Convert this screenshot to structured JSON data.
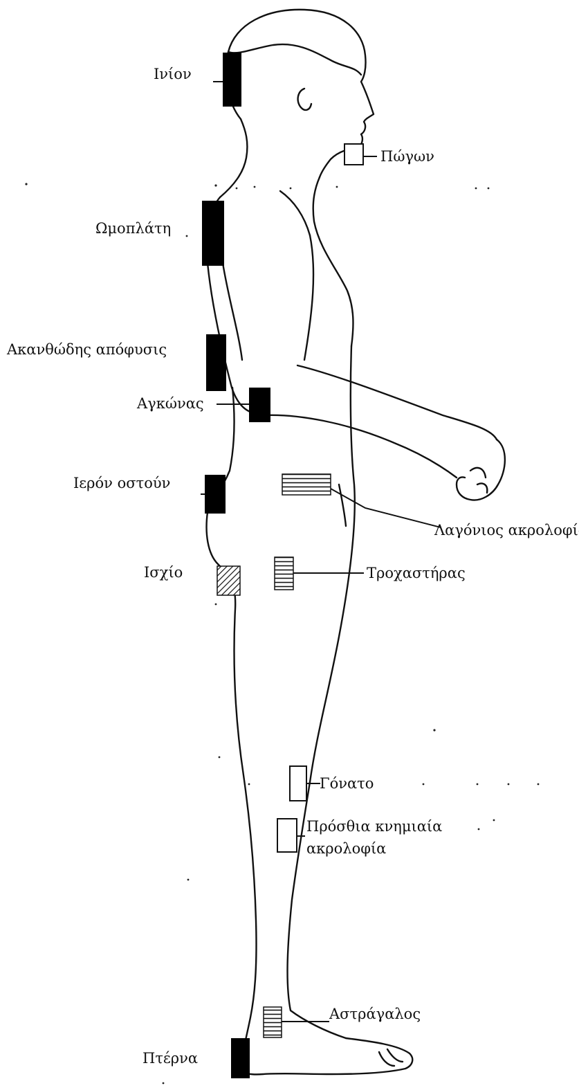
{
  "labels": {
    "inion": "Ινίον",
    "pogon": "Πώγων",
    "omoplati": "Ωμοπλάτη",
    "akanthodis": "Ακανθώδης απόφυσις",
    "agkonas": "Αγκώνας",
    "ieron": "Ιερόν οστούν",
    "lagonios": "Λαγόνιος ακρολοφία",
    "ischio": "Ισχίο",
    "trochastiras": "Τροχαστήρας",
    "gonato": "Γόνατο",
    "proshia_line1": "Πρόσθια κνημιαία",
    "proshia_line2": "ακρολοφία",
    "astragalos": "Αστράγαλος",
    "pterna": "Πτέρνα"
  },
  "marker_styles": {
    "solid": "#000000",
    "hollow": "#ffffff",
    "striped": "horizontal-stripes",
    "hatched": "diagonal-hatch"
  }
}
